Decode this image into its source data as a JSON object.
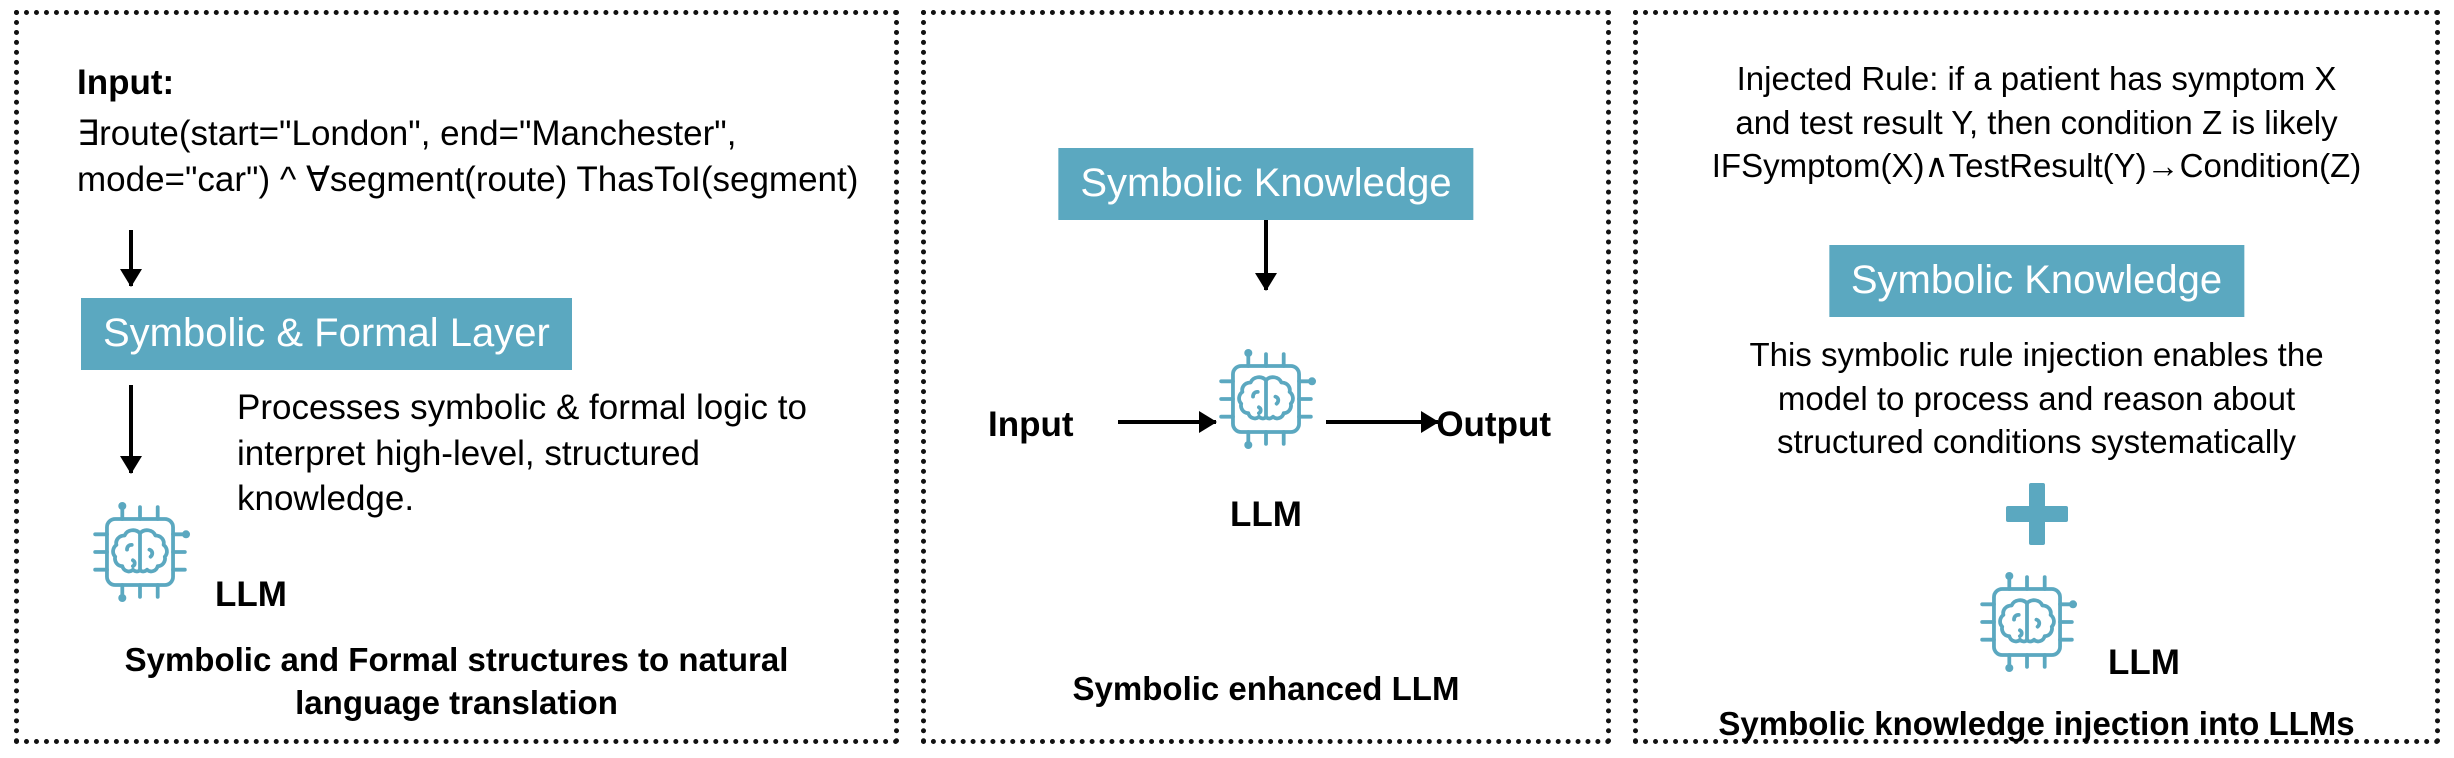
{
  "theme": {
    "accent": "#5ba8c0",
    "text": "#000000",
    "background": "#ffffff",
    "border": "#111111"
  },
  "panels": {
    "left": {
      "input_title": "Input:",
      "formula": "∃route(start=\"London\", end=\"Manchester\",\nmode=\"car\") ^ ∀segment(route) ThasToI(segment)",
      "layer_box": "Symbolic & Formal Layer",
      "description": "Processes symbolic & formal logic to\ninterpret high-level, structured\nknowledge.",
      "llm_label": "LLM",
      "caption": "Symbolic and Formal structures to natural\nlanguage translation",
      "chip_icon": "llm-chip-brain-icon",
      "arrow_icon": "down-arrow-icon"
    },
    "middle": {
      "knowledge_box": "Symbolic Knowledge",
      "input_label": "Input",
      "output_label": "Output",
      "llm_label": "LLM",
      "caption": "Symbolic enhanced LLM",
      "chip_icon": "llm-chip-brain-icon",
      "arrow_down_icon": "down-arrow-icon",
      "arrow_right_icon": "right-arrow-icon"
    },
    "right": {
      "injected_rule": "Injected Rule: if a patient has symptom X\nand test result Y, then condition Z is likely\nIFSymptom(X)∧TestResult(Y)→Condition(Z)",
      "knowledge_box": "Symbolic Knowledge",
      "description": "This symbolic rule injection enables the\nmodel to process and reason about\nstructured conditions systematically",
      "plus_icon": "plus-icon",
      "llm_label": "LLM",
      "caption": "Symbolic knowledge injection into LLMs",
      "chip_icon": "llm-chip-brain-icon"
    }
  }
}
